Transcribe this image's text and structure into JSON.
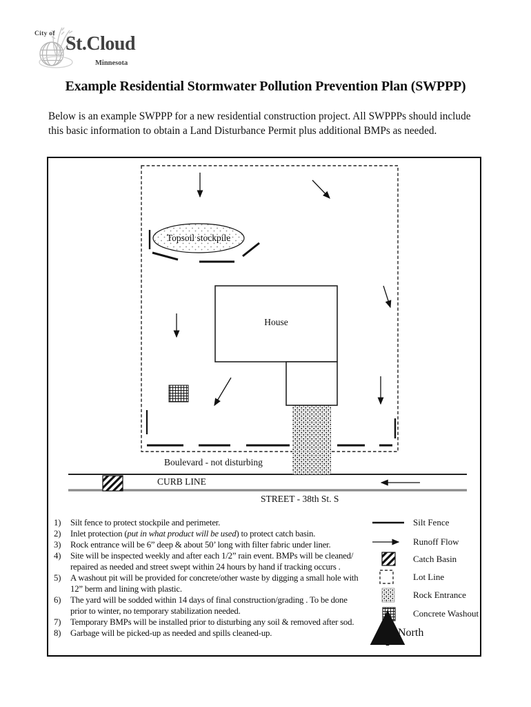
{
  "logo": {
    "city_of": "City of",
    "name": "St.Cloud",
    "state": "Minnesota"
  },
  "title": "Example Residential Stormwater Pollution Prevention Plan (SWPPP)",
  "intro": "Below is an example SWPPP for a new residential construction project.  All SWPPPs should include this basic information to obtain a Land Disturbance Permit plus additional BMPs as needed.",
  "diagram": {
    "labels": {
      "topsoil_stockpile": "Topsoil stockpile",
      "house": "House",
      "boulevard": "Boulevard - not disturbing",
      "curb_line": "CURB LINE",
      "street": "STREET - 38th St. S",
      "north": "North"
    },
    "notes": [
      {
        "n": "1)",
        "lines": [
          "Silt fence to protect stockpile and perimeter."
        ]
      },
      {
        "n": "2)",
        "pre": "Inlet protection (",
        "it": "put in what product will be used",
        "post": ") to protect catch basin."
      },
      {
        "n": "3)",
        "lines": [
          "Rock entrance will be 6” deep & about 50’ long with filter fabric under liner."
        ]
      },
      {
        "n": "4)",
        "lines": [
          "Site will be inspected weekly and after each 1/2” rain event.  BMPs will be cleaned/",
          "repaired as needed and street swept within 24 hours by hand if tracking occurs ."
        ]
      },
      {
        "n": "5)",
        "lines": [
          "A washout pit will be provided for concrete/other waste by digging a small hole with",
          "12” berm and lining with plastic."
        ]
      },
      {
        "n": "6)",
        "lines": [
          "The yard will be sodded within 14 days of final construction/grading .  To be done",
          "prior to winter, no temporary stabilization needed."
        ]
      },
      {
        "n": "7)",
        "lines": [
          "Temporary BMPs will be installed prior to disturbing any soil & removed after sod."
        ]
      },
      {
        "n": "8)",
        "lines": [
          "Garbage will be picked-up as needed and spills cleaned-up."
        ]
      }
    ],
    "legend": [
      {
        "symbol": "silt-fence",
        "label": "Silt Fence"
      },
      {
        "symbol": "runoff-flow",
        "label": "Runoff Flow"
      },
      {
        "symbol": "catch-basin",
        "label": "Catch Basin"
      },
      {
        "symbol": "lot-line",
        "label": "Lot Line"
      },
      {
        "symbol": "rock-entrance",
        "label": "Rock Entrance"
      },
      {
        "symbol": "concrete-washout",
        "label": "Concrete Washout"
      }
    ]
  },
  "colors": {
    "ink": "#111111",
    "street_gray": "#8a8a8a",
    "logo_gray": "#414141",
    "logo_light": "#bdbdbd"
  }
}
